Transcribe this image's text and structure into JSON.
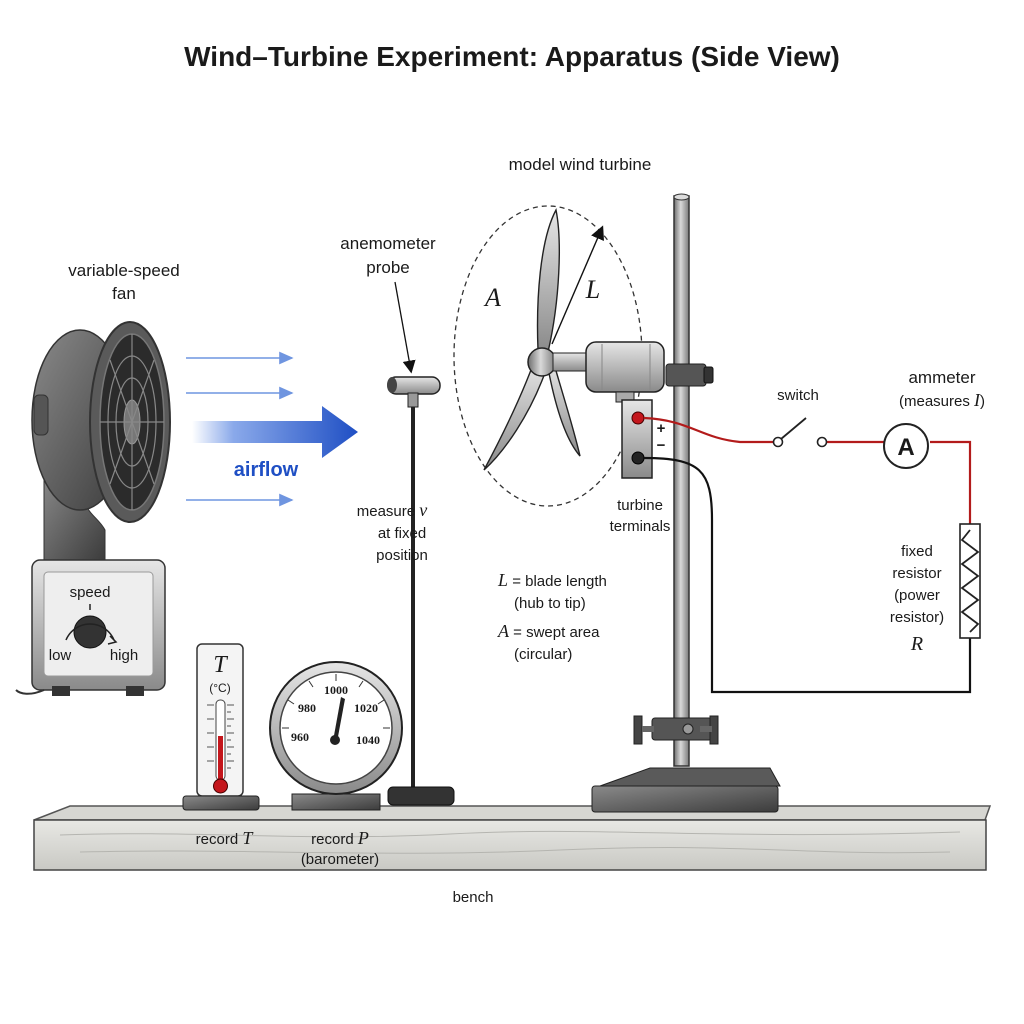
{
  "title": "Wind–Turbine Experiment: Apparatus (Side View)",
  "fan": {
    "label_line1": "variable-speed",
    "label_line2": "fan",
    "dial_label": "speed",
    "low": "low",
    "high": "high"
  },
  "airflow": {
    "label": "airflow"
  },
  "anemometer": {
    "label_line1": "anemometer",
    "label_line2": "probe",
    "measure_line1": "measure",
    "measure_symbol": "v",
    "measure_line2": "at fixed",
    "measure_line3": "position"
  },
  "turbine": {
    "label": "model wind turbine",
    "area_symbol": "A",
    "length_symbol": "L",
    "terminals_line1": "turbine",
    "terminals_line2": "terminals",
    "plus": "+",
    "minus": "−"
  },
  "legend": {
    "l_symbol": "L",
    "l_line1": "= blade length",
    "l_line2": "(hub to tip)",
    "a_symbol": "A",
    "a_line1": "= swept area",
    "a_line2": "(circular)"
  },
  "circuit": {
    "switch_label": "switch",
    "ammeter_line1": "ammeter",
    "ammeter_line2": "(measures",
    "ammeter_symbol": "I",
    "ammeter_close": ")",
    "ammeter_glyph": "A",
    "resistor_line1": "fixed",
    "resistor_line2": "resistor",
    "resistor_line3": "(power",
    "resistor_line4": "resistor)",
    "resistor_symbol": "R",
    "wire_positive_color": "#b31b1b",
    "wire_negative_color": "#111111"
  },
  "thermometer": {
    "symbol": "T",
    "unit": "(°C)",
    "record_label": "record",
    "record_symbol": "T"
  },
  "barometer": {
    "ticks": [
      "960",
      "980",
      "1000",
      "1020",
      "1040"
    ],
    "record_label": "record",
    "record_symbol": "P",
    "record_sub": "(barometer)"
  },
  "bench": {
    "label": "bench"
  },
  "colors": {
    "airflow": "#1f4fc4",
    "airflow_light": "#6f95e0"
  }
}
